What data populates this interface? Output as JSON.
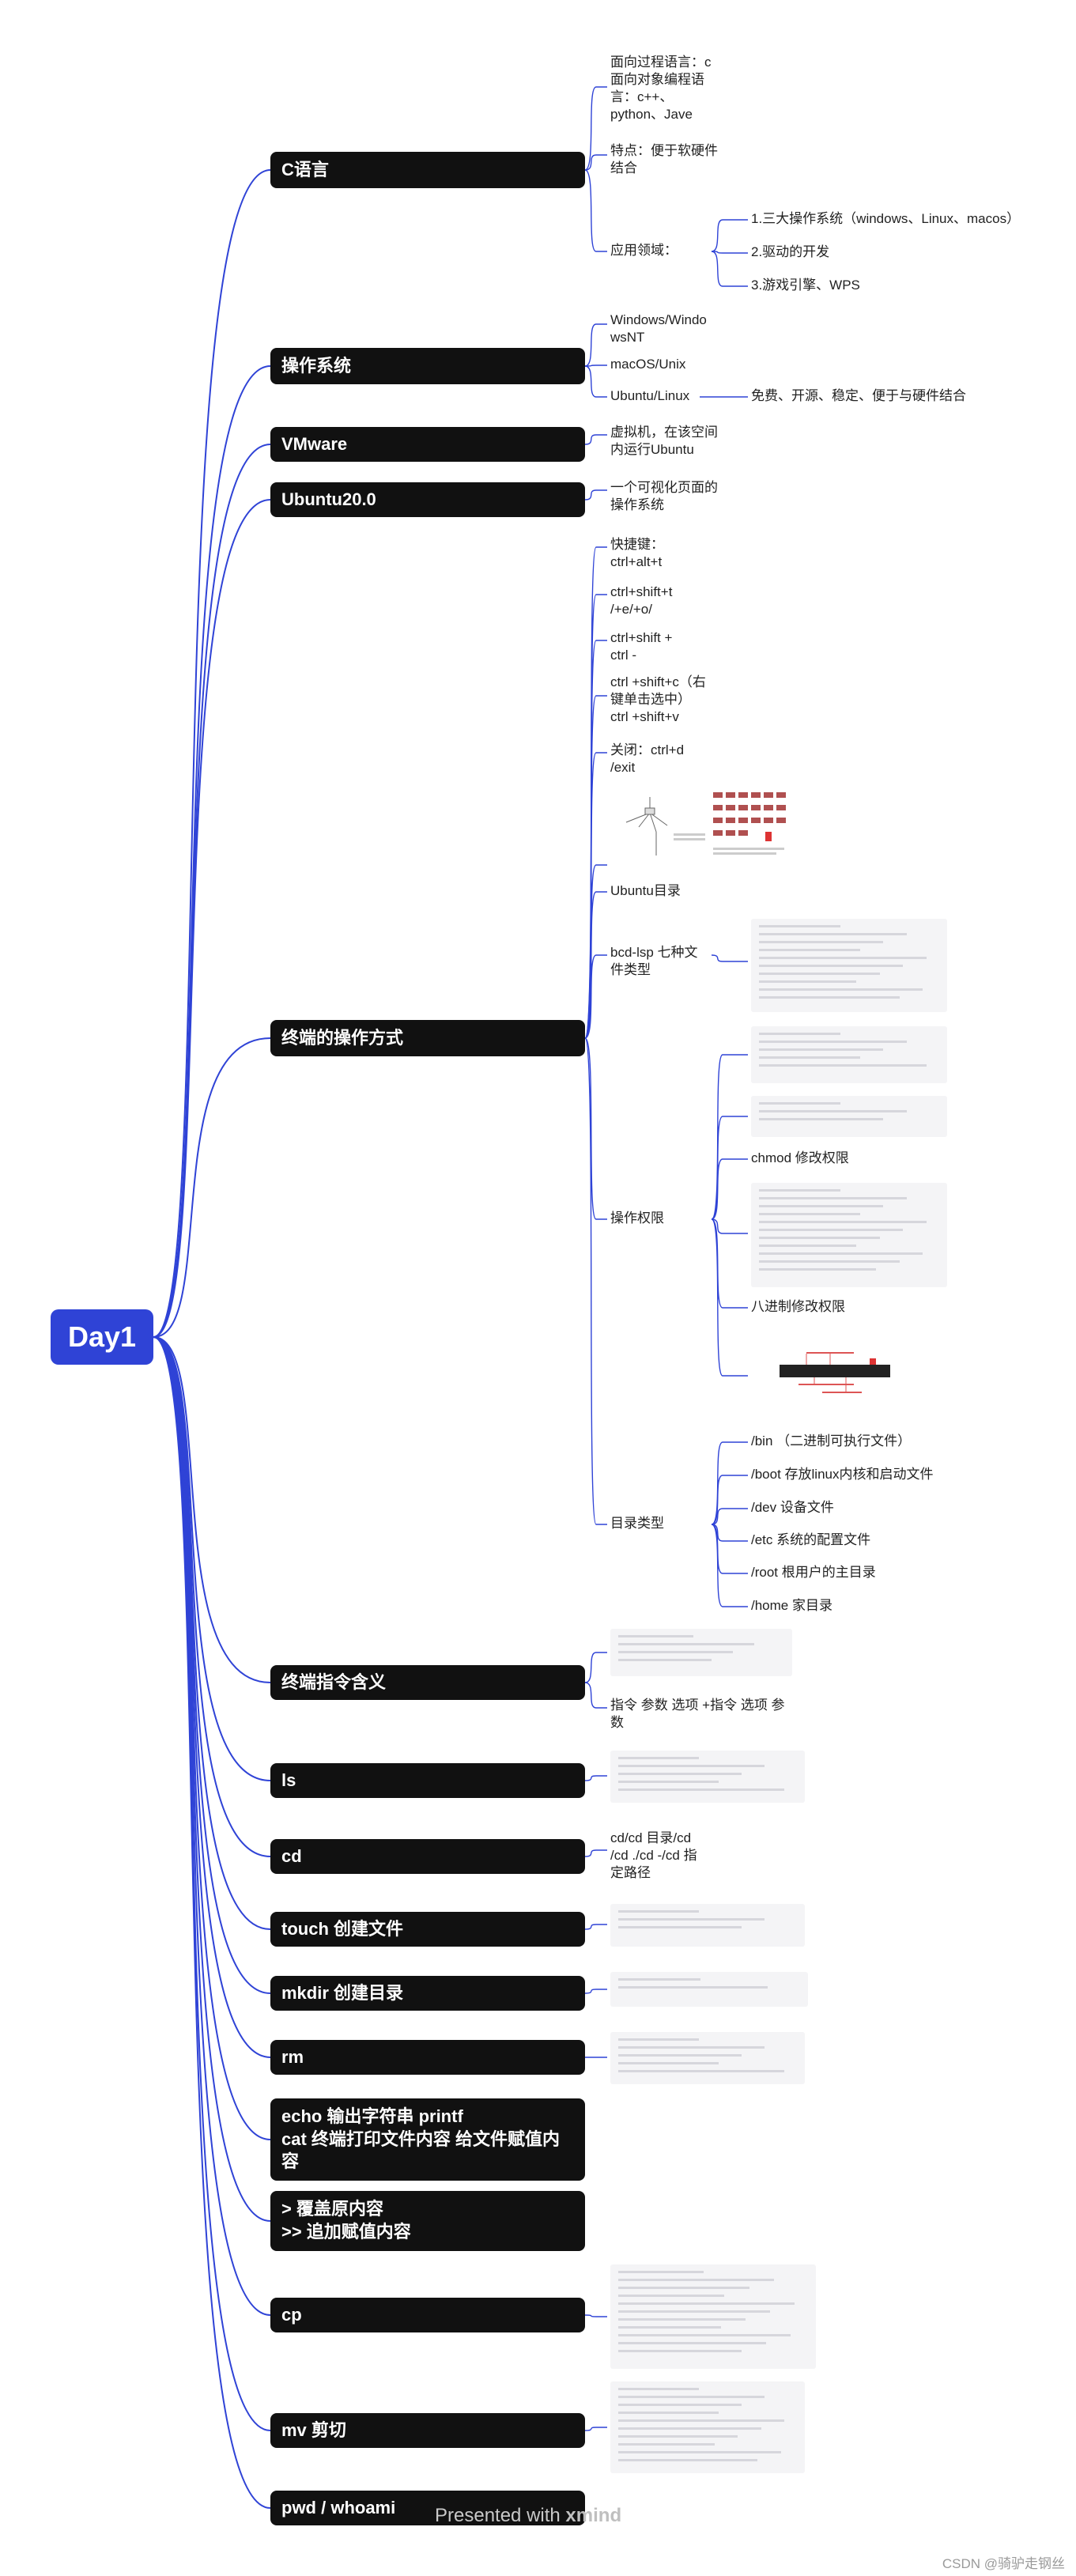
{
  "root": "Day1",
  "topics": {
    "c": "C语言",
    "os": "操作系统",
    "vmware": "VMware",
    "ubuntu": "Ubuntu20.0",
    "terminal": "终端的操作方式",
    "cmd_meaning": "终端指令含义",
    "ls": "ls",
    "cd": "cd",
    "touch": "touch 创建文件",
    "mkdir": "mkdir 创建目录",
    "rm": "rm",
    "echo": "echo  输出字符串 printf\ncat 终端打印文件内容  给文件赋值内容",
    "redirect": "> 覆盖原内容\n>>  追加赋值内容",
    "cp": "cp",
    "mv": "mv 剪切",
    "pwd": "pwd   /  whoami"
  },
  "c": {
    "paradigm": "面向过程语言：c\n面向对象编程语\n言：c++、\npython、Jave",
    "feature": "特点：便于软硬件\n结合",
    "domain": "应用领域：",
    "domains": [
      "1.三大操作系统（windows、Linux、macos）",
      "2.驱动的开发",
      "3.游戏引擎、WPS"
    ]
  },
  "os": {
    "items": [
      "Windows/Windo\nwsNT",
      "macOS/Unix",
      "Ubuntu/Linux"
    ],
    "linux_note": "免费、开源、稳定、便于与硬件结合"
  },
  "vmware_note": "虚拟机，在该空间\n内运行Ubuntu",
  "ubuntu_note": "一个可视化页面的\n操作系统",
  "terminal": {
    "shortcut": "快捷键：\nctrl+alt+t",
    "tabs": "ctrl+shift+t\n/+e/+o/",
    "zoom": "ctrl+shift  +\nctrl  -",
    "copy": "ctrl +shift+c（右\n键单击选中）\nctrl +shift+v",
    "close": "关闭：ctrl+d\n/exit",
    "dir": "Ubuntu目录",
    "filetype": "bcd-lsp  七种文\n件类型",
    "perm": "操作权限",
    "chmod": "chmod 修改权限",
    "octal": "八进制修改权限",
    "dirtype": "目录类型",
    "dirs": [
      "/bin   （二进制可执行文件）",
      "/boot 存放linux内核和启动文件",
      "/dev  设备文件",
      "/etc 系统的配置文件",
      "/root 根用户的主目录",
      "/home  家目录"
    ]
  },
  "cmd_meaning_note": "指令 参数  选项  +指令  选项  参\n数",
  "cd_note": "cd/cd 目录/cd\n/cd ./cd -/cd  指\n定路径",
  "footer": {
    "prefix": "Presented with ",
    "brand": "xmind"
  },
  "watermark": "CSDN @骑驴走钢丝",
  "colors": {
    "root": "#2f43d6",
    "link": "#2f43d6",
    "topic_bg": "#111111"
  }
}
